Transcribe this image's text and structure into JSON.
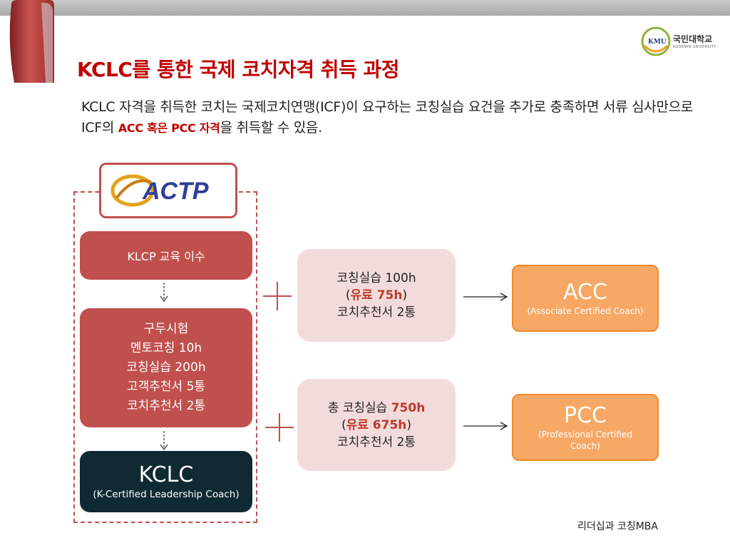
{
  "title": "KCLC를 통한 국제 코치자격 취득 과정",
  "intro": {
    "part1": "KCLC 자격을 취득한 코치는 국제코치연맹(ICF)이 요구하는 코칭실습 요건을 추가로 충족하면 서류 심사만으로 ICF의 ",
    "highlight": "ACC 혹은 PCC 자격",
    "part2": "을 취득할 수 있음."
  },
  "logo": {
    "text": "국민대학교",
    "sub": "KOOKMIN UNIVERSITY",
    "badge": "KMU"
  },
  "actp": {
    "label": "ACTP"
  },
  "steps": {
    "klcp": "KLCP 교육 이수",
    "exam": [
      "구두시험",
      "멘토코칭 10h",
      "코칭실습 200h",
      "고객추천서 5통",
      "코치추천서 2통"
    ],
    "kclc_big": "KCLC",
    "kclc_small": "(K-Certified Leadership Coach)"
  },
  "requirements": {
    "acc": {
      "line1": "코칭실습 100h",
      "paid_open": "(",
      "paid": "유료 75h",
      "paid_close": ")",
      "line3": "코치추천서 2통"
    },
    "pcc": {
      "line1_pre": "총 코칭실습 ",
      "line1_hl": "750h",
      "paid_open": "(",
      "paid": "유료 675h",
      "paid_close": ")",
      "line3": "코치추천서 2통"
    }
  },
  "credentials": {
    "acc_big": "ACC",
    "acc_small": "(Associate Certified Coach)",
    "pcc_big": "PCC",
    "pcc_small": "(Professional Certified Coach)"
  },
  "footer": "리더십과 코칭MBA",
  "colors": {
    "title": "#c00000",
    "red_box": "#c0504d",
    "pink_box": "#f2dcdb",
    "orange_box": "#f7a865",
    "dark_box": "#0f2a33"
  }
}
